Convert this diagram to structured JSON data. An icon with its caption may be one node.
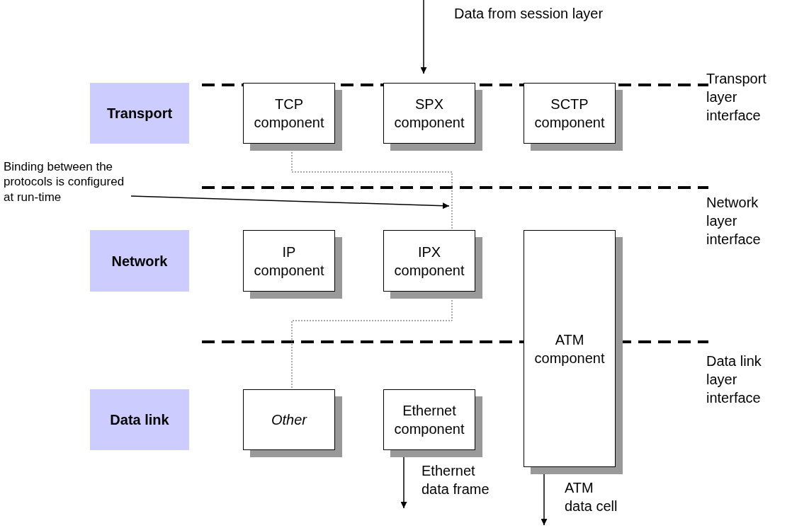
{
  "diagram": {
    "nodes": [
      {
        "text": [
          "Transport"
        ]
      },
      {
        "text": [
          "TCP component"
        ]
      },
      {
        "text": [
          "SPX component"
        ]
      },
      {
        "text": [
          "SCTP component"
        ]
      },
      {
        "text": [
          "Binding between the protocols is configured at run-time"
        ]
      },
      {
        "text": [
          "Network"
        ]
      },
      {
        "text": [
          "IP component"
        ]
      },
      {
        "text": [
          "IPX component"
        ]
      },
      {
        "text": [
          "ATM component"
        ]
      },
      {
        "text": [
          "Data link"
        ]
      },
      {
        "text": [
          "Other"
        ]
      },
      {
        "text": [
          "Ethernet component"
        ]
      }
    ],
    "edges": [
      {
        "from": 1,
        "to": 7,
        "arrow": "none",
        "style": "dashed"
      },
      {
        "from": 4,
        "to": null,
        "arrow": "to"
      },
      {
        "from": 11,
        "to": null,
        "arrow": "to",
        "label": "Ethernet data frame"
      },
      {
        "from": 8,
        "to": null,
        "arrow": "to",
        "label": "ATM data cell"
      },
      {
        "from": 7,
        "to": 10,
        "arrow": "none",
        "style": "dashed"
      }
    ],
    "labels": [
      "Data from session layer",
      "Transport layer interface",
      "Network layer interface",
      "Data link layer interface"
    ]
  }
}
